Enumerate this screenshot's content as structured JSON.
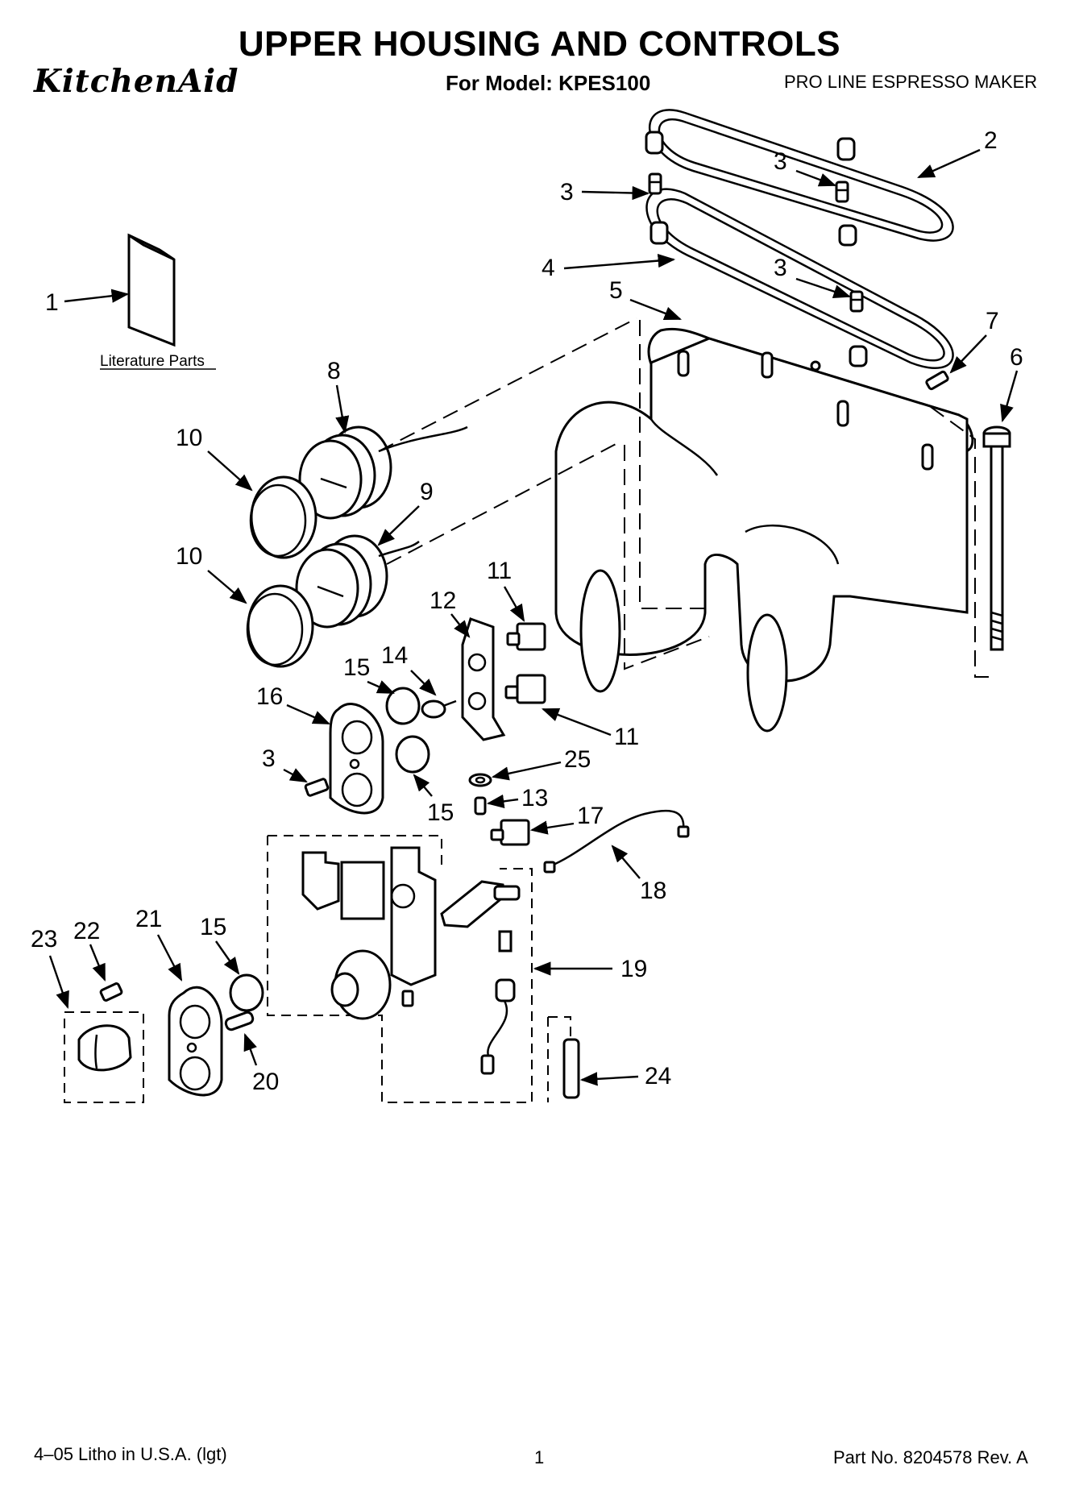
{
  "header": {
    "title": "UPPER HOUSING AND CONTROLS",
    "brand": "KitchenAid",
    "model_line": "For Model: KPES100",
    "product": "PRO LINE ESPRESSO MAKER"
  },
  "callouts": {
    "c1": "1",
    "c2": "2",
    "c3a": "3",
    "c3b": "3",
    "c3c": "3",
    "c3d": "3",
    "c4": "4",
    "c5": "5",
    "c6": "6",
    "c7": "7",
    "c8": "8",
    "c9": "9",
    "c10a": "10",
    "c10b": "10",
    "c11a": "11",
    "c11b": "11",
    "c12": "12",
    "c13": "13",
    "c14": "14",
    "c15a": "15",
    "c15b": "15",
    "c15c": "15",
    "c16": "16",
    "c17": "17",
    "c18": "18",
    "c19": "19",
    "c20": "20",
    "c21": "21",
    "c22": "22",
    "c23": "23",
    "c24": "24",
    "c25": "25"
  },
  "literature_label": "Literature Parts",
  "footer": {
    "litho": "4–05 Litho in U.S.A. (lgt)",
    "page": "1",
    "part_no": "Part No. 8204578 Rev. A"
  },
  "arrow_marker": "arrow-head",
  "colors": {
    "ink": "#000000",
    "paper": "#ffffff"
  }
}
